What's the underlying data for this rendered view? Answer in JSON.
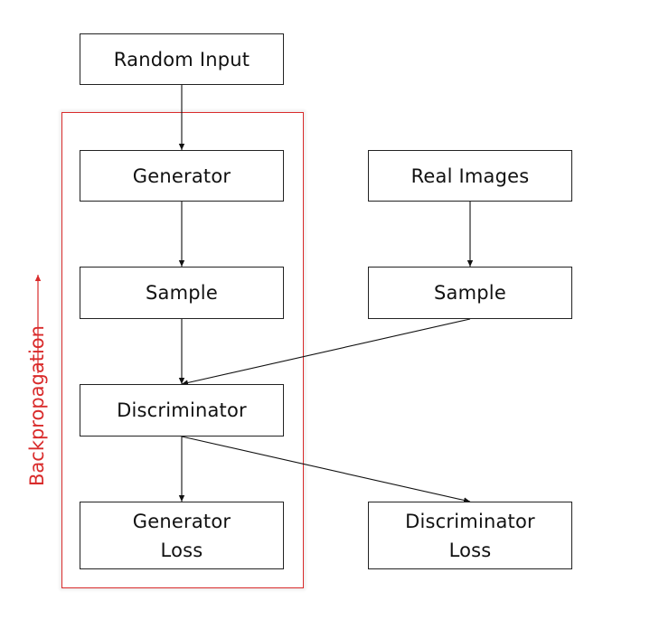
{
  "diagram": {
    "nodes": {
      "random_input": "Random Input",
      "generator": "Generator",
      "sample_generated": "Sample",
      "discriminator": "Discriminator",
      "generator_loss": "Generator\nLoss",
      "real_images": "Real Images",
      "sample_real": "Sample",
      "discriminator_loss": "Discriminator\nLoss"
    },
    "backpropagation_label": "Backpropagation",
    "edges": [
      [
        "random_input",
        "generator"
      ],
      [
        "generator",
        "sample_generated"
      ],
      [
        "sample_generated",
        "discriminator"
      ],
      [
        "real_images",
        "sample_real"
      ],
      [
        "sample_real",
        "discriminator"
      ],
      [
        "discriminator",
        "generator_loss"
      ],
      [
        "discriminator",
        "discriminator_loss"
      ]
    ],
    "colors": {
      "box_border": "#222222",
      "arrow": "#111111",
      "backprop": "#d92b2b"
    }
  }
}
